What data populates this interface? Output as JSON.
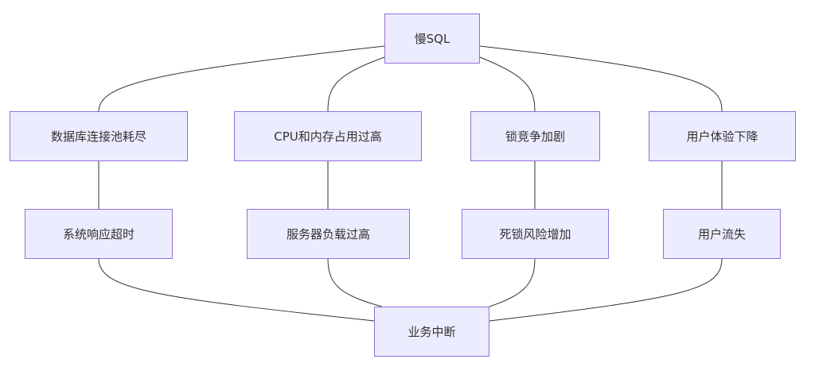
{
  "diagram": {
    "colors": {
      "node_fill": "#ECECFF",
      "node_border": "#9370DB",
      "edge": "#333333",
      "text": "#333333"
    },
    "nodes": {
      "slow_sql": "慢SQL",
      "db_pool": "数据库连接池耗尽",
      "cpu_mem": "CPU和内存占用过高",
      "lock": "锁竞争加剧",
      "ux": "用户体验下降",
      "resp_timeout": "系统响应超时",
      "server_load": "服务器负载过高",
      "deadlock": "死锁风险增加",
      "user_loss": "用户流失",
      "business_stop": "业务中断"
    }
  }
}
